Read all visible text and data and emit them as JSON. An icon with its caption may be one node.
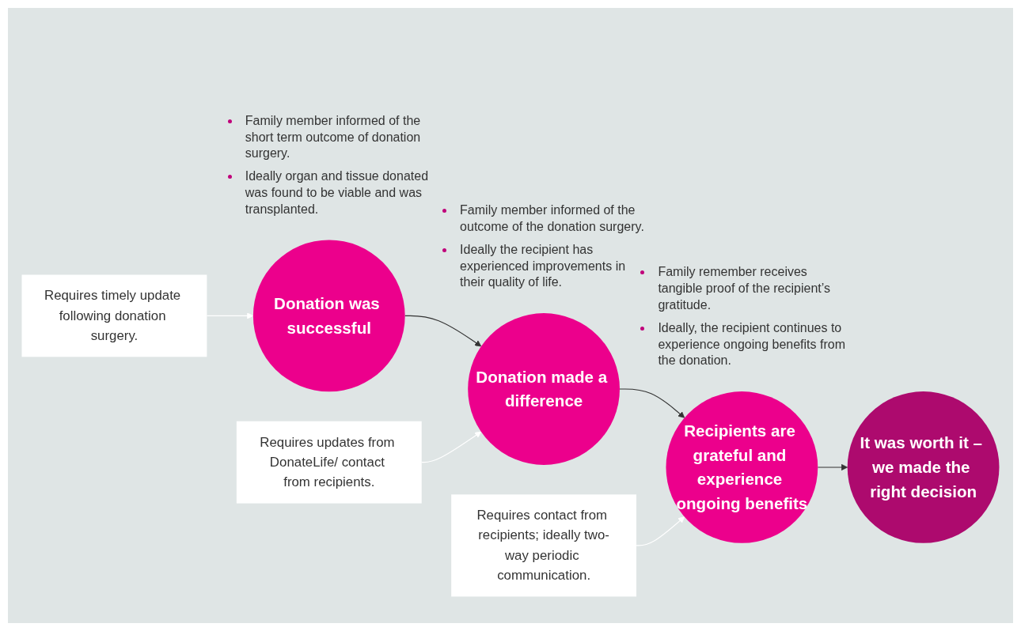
{
  "diagram": {
    "nodes": [
      {
        "text": [
          "Donation was successful"
        ],
        "beside": [
          "Family member informed of the short term outcome of donation surgery.",
          "Ideally organ and tissue donated was found to be viable and was transplanted."
        ]
      },
      {
        "text": [
          "Donation made a difference"
        ],
        "beside": [
          "Family member informed of the outcome of the donation surgery.",
          "Ideally the recipient has experienced improvements in their quality of life."
        ]
      },
      {
        "text": [
          "Recipients are grateful and experience ongoing benefits"
        ],
        "beside": [
          "Family remember receives tangible proof of the recipient’s gratitude.",
          "Ideally, the recipient continues to experience ongoing benefits from the donation."
        ]
      },
      {
        "text": [
          "It was worth it – we made the right decision"
        ]
      },
      {
        "text": [
          "Requires timely update following donation surgery."
        ]
      },
      {
        "text": [
          "Requires updates from DonateLife/ contact from recipients."
        ]
      },
      {
        "text": [
          "Requires contact from recipients; ideally two-way periodic communication."
        ]
      }
    ],
    "edges": [
      {
        "from": 0,
        "to": 1,
        "arrow": "to"
      },
      {
        "from": 1,
        "to": 2,
        "arrow": "to"
      },
      {
        "from": 2,
        "to": 3,
        "arrow": "to"
      },
      {
        "from": 4,
        "to": 0,
        "arrow": "to",
        "color": "#ffffff"
      },
      {
        "from": 5,
        "to": 1,
        "arrow": "to",
        "color": "#ffffff"
      },
      {
        "from": 6,
        "to": 2,
        "arrow": "to",
        "color": "#ffffff"
      }
    ]
  }
}
